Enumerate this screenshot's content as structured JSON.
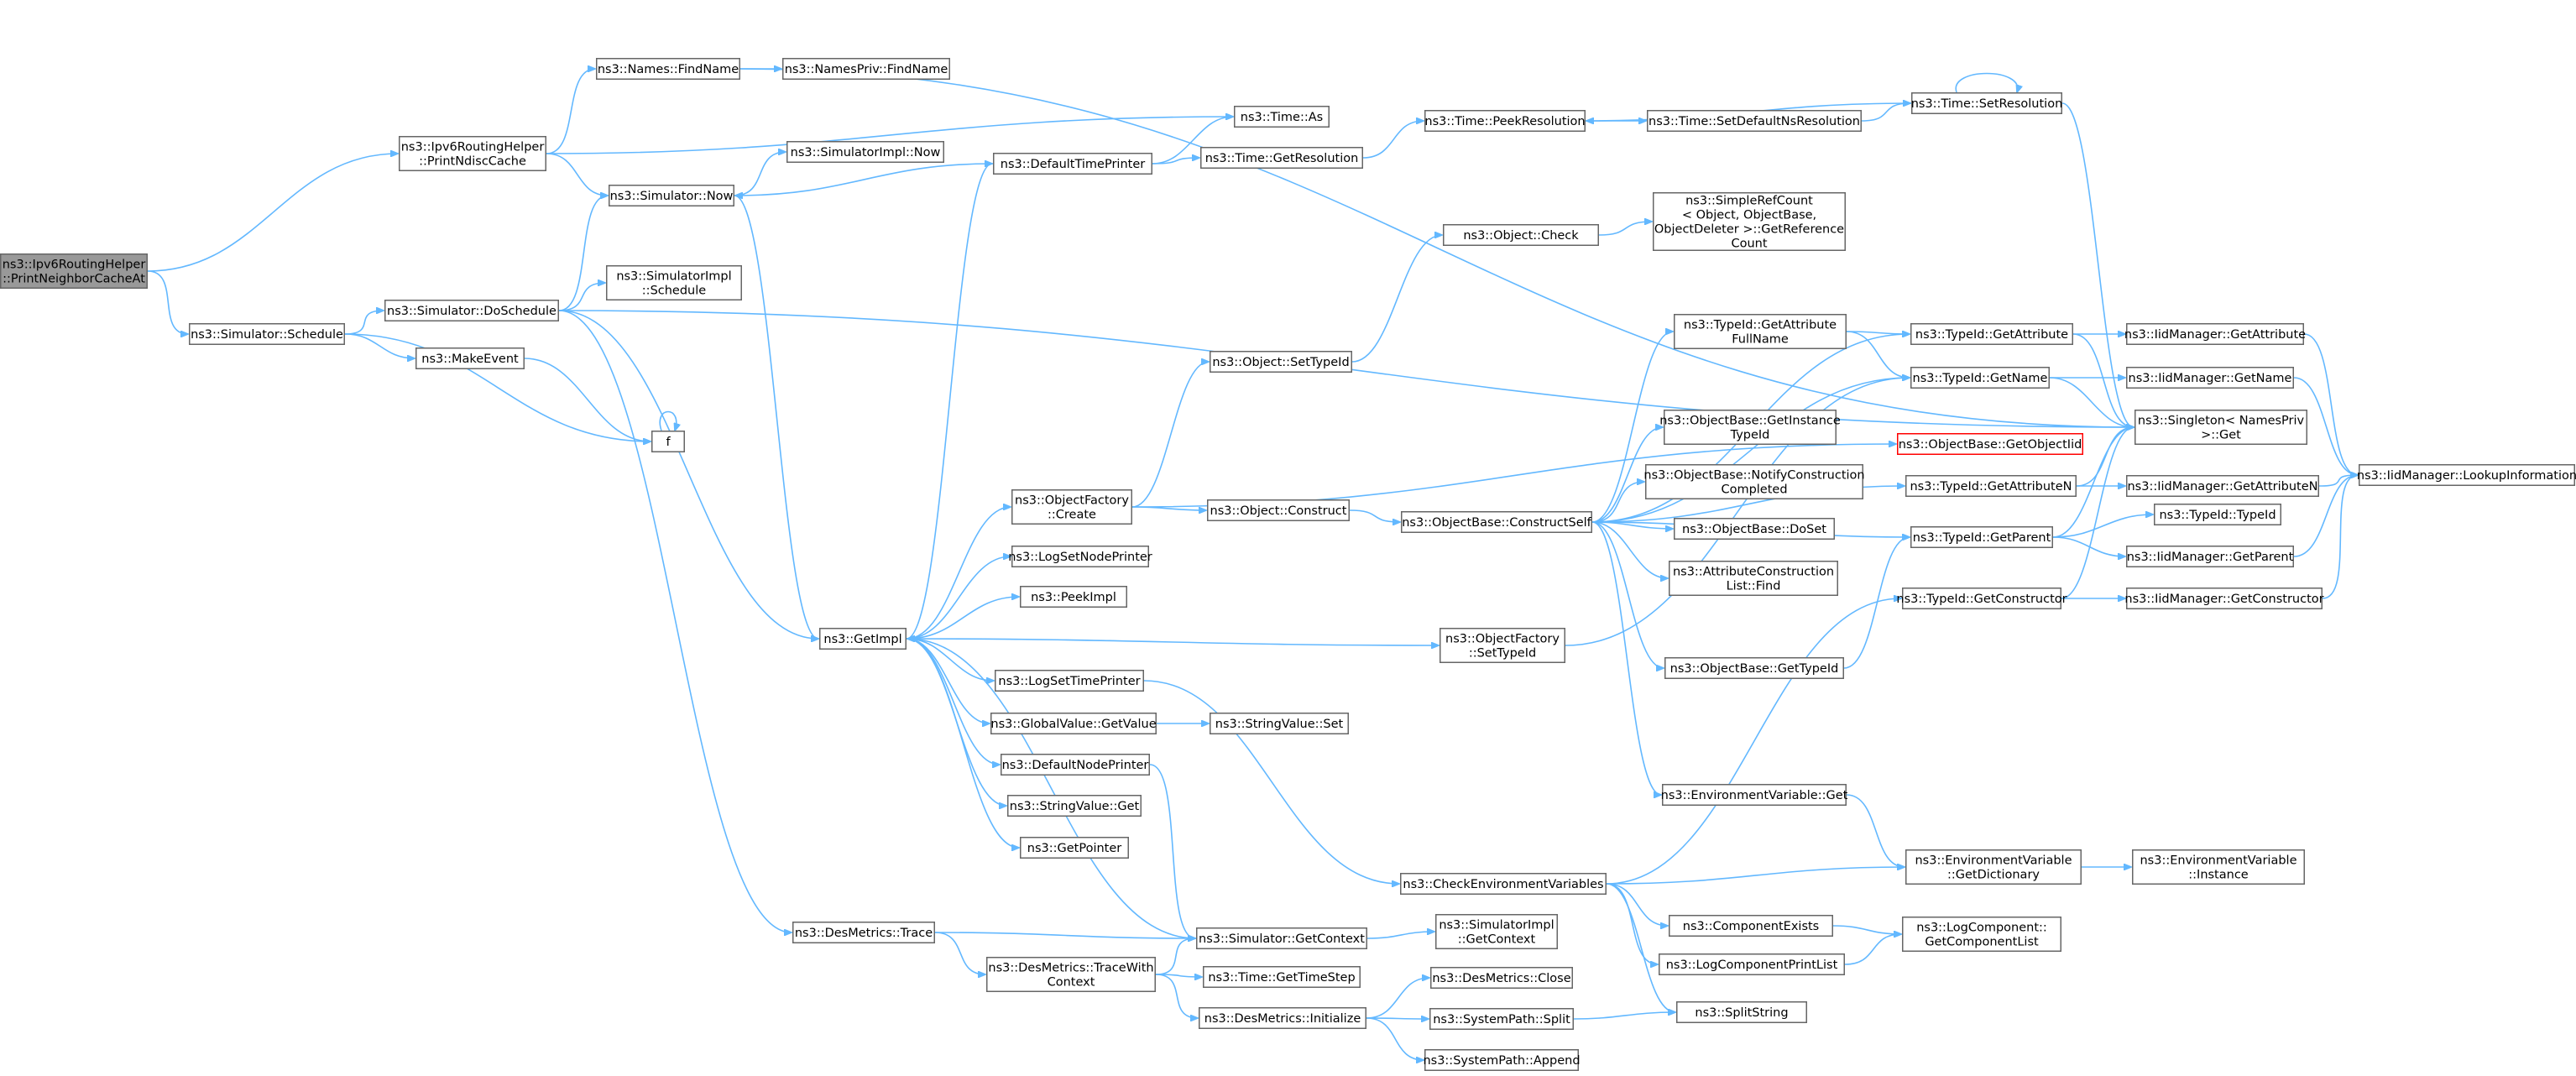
{
  "diagram": {
    "type": "call-graph",
    "colors": {
      "edge": "#63b8ff",
      "node_border": "#666666",
      "root_fill": "#999999",
      "highlight_border": "#ff0000"
    },
    "nodes": [
      {
        "id": "root",
        "lines": [
          "ns3::Ipv6RoutingHelper",
          "::PrintNeighborCacheAt"
        ],
        "style": "root"
      },
      {
        "id": "ipv6ndisc",
        "lines": [
          "ns3::Ipv6RoutingHelper",
          "::PrintNdiscCache"
        ]
      },
      {
        "id": "sched",
        "lines": [
          "ns3::Simulator::Schedule"
        ]
      },
      {
        "id": "findname",
        "lines": [
          "ns3::Names::FindName"
        ]
      },
      {
        "id": "nprivfind",
        "lines": [
          "ns3::NamesPriv::FindName"
        ]
      },
      {
        "id": "simnow",
        "lines": [
          "ns3::Simulator::Now"
        ]
      },
      {
        "id": "simimplnow",
        "lines": [
          "ns3::SimulatorImpl::Now"
        ]
      },
      {
        "id": "dosched",
        "lines": [
          "ns3::Simulator::DoSchedule"
        ]
      },
      {
        "id": "simimplsched",
        "lines": [
          "ns3::SimulatorImpl",
          "::Schedule"
        ]
      },
      {
        "id": "makeevent",
        "lines": [
          "ns3::MakeEvent"
        ]
      },
      {
        "id": "f",
        "lines": [
          "f"
        ]
      },
      {
        "id": "timeas",
        "lines": [
          "ns3::Time::As"
        ]
      },
      {
        "id": "deftp",
        "lines": [
          "ns3::DefaultTimePrinter"
        ]
      },
      {
        "id": "getres",
        "lines": [
          "ns3::Time::GetResolution"
        ]
      },
      {
        "id": "peekres",
        "lines": [
          "ns3::Time::PeekResolution"
        ]
      },
      {
        "id": "setdefns",
        "lines": [
          "ns3::Time::SetDefaultNsResolution"
        ]
      },
      {
        "id": "setres",
        "lines": [
          "ns3::Time::SetResolution"
        ]
      },
      {
        "id": "objcheck",
        "lines": [
          "ns3::Object::Check"
        ]
      },
      {
        "id": "srcount",
        "lines": [
          "ns3::SimpleRefCount",
          "< Object, ObjectBase,",
          "ObjectDeleter >::GetReference",
          "Count"
        ]
      },
      {
        "id": "getattrfull",
        "lines": [
          "ns3::TypeId::GetAttribute",
          "FullName"
        ]
      },
      {
        "id": "tidgetattr",
        "lines": [
          "ns3::TypeId::GetAttribute"
        ]
      },
      {
        "id": "iidgetattr",
        "lines": [
          "ns3::IidManager::GetAttribute"
        ]
      },
      {
        "id": "objsettid",
        "lines": [
          "ns3::Object::SetTypeId"
        ]
      },
      {
        "id": "tidgetname",
        "lines": [
          "ns3::TypeId::GetName"
        ]
      },
      {
        "id": "iidgetname",
        "lines": [
          "ns3::IidManager::GetName"
        ]
      },
      {
        "id": "obgetinst",
        "lines": [
          "ns3::ObjectBase::GetInstance",
          "TypeId"
        ]
      },
      {
        "id": "singleton",
        "lines": [
          "ns3::Singleton< NamesPriv",
          ">::Get"
        ]
      },
      {
        "id": "obgetobj",
        "lines": [
          "ns3::ObjectBase::GetObjectIid"
        ],
        "style": "red"
      },
      {
        "id": "ofcreate",
        "lines": [
          "ns3::ObjectFactory",
          "::Create"
        ]
      },
      {
        "id": "objconstruct",
        "lines": [
          "ns3::Object::Construct"
        ]
      },
      {
        "id": "obconstructself",
        "lines": [
          "ns3::ObjectBase::ConstructSelf"
        ]
      },
      {
        "id": "obnotify",
        "lines": [
          "ns3::ObjectBase::NotifyConstruction",
          "Completed"
        ]
      },
      {
        "id": "tidgetattrn",
        "lines": [
          "ns3::TypeId::GetAttributeN"
        ]
      },
      {
        "id": "iidgetattrn",
        "lines": [
          "ns3::IidManager::GetAttributeN"
        ]
      },
      {
        "id": "lookup",
        "lines": [
          "ns3::IidManager::LookupInformation"
        ]
      },
      {
        "id": "obdoset",
        "lines": [
          "ns3::ObjectBase::DoSet"
        ]
      },
      {
        "id": "tidtypeid",
        "lines": [
          "ns3::TypeId::TypeId"
        ]
      },
      {
        "id": "tidgetparent",
        "lines": [
          "ns3::TypeId::GetParent"
        ]
      },
      {
        "id": "iidgetparent",
        "lines": [
          "ns3::IidManager::GetParent"
        ]
      },
      {
        "id": "logsetnp",
        "lines": [
          "ns3::LogSetNodePrinter"
        ]
      },
      {
        "id": "acfind",
        "lines": [
          "ns3::AttributeConstruction",
          "List::Find"
        ]
      },
      {
        "id": "peekimpl",
        "lines": [
          "ns3::PeekImpl"
        ]
      },
      {
        "id": "getimpl",
        "lines": [
          "ns3::GetImpl"
        ]
      },
      {
        "id": "ofsettid",
        "lines": [
          "ns3::ObjectFactory",
          "::SetTypeId"
        ]
      },
      {
        "id": "tidgetctor",
        "lines": [
          "ns3::TypeId::GetConstructor"
        ]
      },
      {
        "id": "iidgetctor",
        "lines": [
          "ns3::IidManager::GetConstructor"
        ]
      },
      {
        "id": "obgettid",
        "lines": [
          "ns3::ObjectBase::GetTypeId"
        ]
      },
      {
        "id": "logsettp",
        "lines": [
          "ns3::LogSetTimePrinter"
        ]
      },
      {
        "id": "gvget",
        "lines": [
          "ns3::GlobalValue::GetValue"
        ]
      },
      {
        "id": "svset",
        "lines": [
          "ns3::StringValue::Set"
        ]
      },
      {
        "id": "defnp",
        "lines": [
          "ns3::DefaultNodePrinter"
        ]
      },
      {
        "id": "envget",
        "lines": [
          "ns3::EnvironmentVariable::Get"
        ]
      },
      {
        "id": "svget",
        "lines": [
          "ns3::StringValue::Get"
        ]
      },
      {
        "id": "getptr",
        "lines": [
          "ns3::GetPointer"
        ]
      },
      {
        "id": "checkenv",
        "lines": [
          "ns3::CheckEnvironmentVariables"
        ]
      },
      {
        "id": "envdict",
        "lines": [
          "ns3::EnvironmentVariable",
          "::GetDictionary"
        ]
      },
      {
        "id": "envinst",
        "lines": [
          "ns3::EnvironmentVariable",
          "::Instance"
        ]
      },
      {
        "id": "compexists",
        "lines": [
          "ns3::ComponentExists"
        ]
      },
      {
        "id": "logcomplist",
        "lines": [
          "ns3::LogComponent::",
          "GetComponentList"
        ]
      },
      {
        "id": "destrace",
        "lines": [
          "ns3::DesMetrics::Trace"
        ]
      },
      {
        "id": "simgetctx",
        "lines": [
          "ns3::Simulator::GetContext"
        ]
      },
      {
        "id": "simimplgetctx",
        "lines": [
          "ns3::SimulatorImpl",
          "::GetContext"
        ]
      },
      {
        "id": "logcpl",
        "lines": [
          "ns3::LogComponentPrintList"
        ]
      },
      {
        "id": "destracewith",
        "lines": [
          "ns3::DesMetrics::TraceWith",
          "Context"
        ]
      },
      {
        "id": "timestep",
        "lines": [
          "ns3::Time::GetTimeStep"
        ]
      },
      {
        "id": "desclose",
        "lines": [
          "ns3::DesMetrics::Close"
        ]
      },
      {
        "id": "desinit",
        "lines": [
          "ns3::DesMetrics::Initialize"
        ]
      },
      {
        "id": "splitstring",
        "lines": [
          "ns3::SplitString"
        ]
      },
      {
        "id": "spsplit",
        "lines": [
          "ns3::SystemPath::Split"
        ]
      },
      {
        "id": "spappend",
        "lines": [
          "ns3::SystemPath::Append"
        ]
      }
    ],
    "edges": [
      [
        "root",
        "ipv6ndisc"
      ],
      [
        "root",
        "sched"
      ],
      [
        "ipv6ndisc",
        "findname"
      ],
      [
        "ipv6ndisc",
        "timeas"
      ],
      [
        "ipv6ndisc",
        "simnow"
      ],
      [
        "findname",
        "nprivfind"
      ],
      [
        "findname",
        "singleton"
      ],
      [
        "sched",
        "dosched"
      ],
      [
        "sched",
        "makeevent"
      ],
      [
        "sched",
        "f"
      ],
      [
        "dosched",
        "simnow"
      ],
      [
        "dosched",
        "simimplsched"
      ],
      [
        "dosched",
        "getimpl"
      ],
      [
        "dosched",
        "destrace"
      ],
      [
        "dosched",
        "singleton"
      ],
      [
        "simnow",
        "simimplnow"
      ],
      [
        "simnow",
        "getimpl"
      ],
      [
        "makeevent",
        "f"
      ],
      [
        "f",
        "f"
      ],
      [
        "deftp",
        "simnow"
      ],
      [
        "deftp",
        "timeas"
      ],
      [
        "deftp",
        "getres"
      ],
      [
        "getres",
        "peekres"
      ],
      [
        "peekres",
        "setdefns"
      ],
      [
        "setdefns",
        "setres"
      ],
      [
        "setres",
        "peekres"
      ],
      [
        "setres",
        "setres"
      ],
      [
        "setres",
        "singleton"
      ],
      [
        "getimpl",
        "deftp"
      ],
      [
        "getimpl",
        "ofcreate"
      ],
      [
        "getimpl",
        "logsetnp"
      ],
      [
        "getimpl",
        "peekimpl"
      ],
      [
        "getimpl",
        "ofsettid"
      ],
      [
        "getimpl",
        "logsettp"
      ],
      [
        "getimpl",
        "gvget"
      ],
      [
        "getimpl",
        "defnp"
      ],
      [
        "getimpl",
        "svget"
      ],
      [
        "getimpl",
        "getptr"
      ],
      [
        "ofcreate",
        "objsettid"
      ],
      [
        "ofcreate",
        "objconstruct"
      ],
      [
        "ofcreate",
        "obgetobj"
      ],
      [
        "objsettid",
        "objcheck"
      ],
      [
        "objcheck",
        "srcount"
      ],
      [
        "objconstruct",
        "obconstructself"
      ],
      [
        "obconstructself",
        "getattrfull"
      ],
      [
        "obconstructself",
        "tidgetattr"
      ],
      [
        "obconstructself",
        "tidgetname"
      ],
      [
        "obconstructself",
        "obgetinst"
      ],
      [
        "obconstructself",
        "obnotify"
      ],
      [
        "obconstructself",
        "obdoset"
      ],
      [
        "obconstructself",
        "acfind"
      ],
      [
        "obconstructself",
        "obgettid"
      ],
      [
        "obconstructself",
        "tidgetattrn"
      ],
      [
        "obconstructself",
        "tidgetparent"
      ],
      [
        "obconstructself",
        "envget"
      ],
      [
        "getattrfull",
        "tidgetattr"
      ],
      [
        "getattrfull",
        "tidgetname"
      ],
      [
        "tidgetattr",
        "iidgetattr"
      ],
      [
        "tidgetattr",
        "singleton"
      ],
      [
        "tidgetname",
        "iidgetname"
      ],
      [
        "tidgetname",
        "singleton"
      ],
      [
        "iidgetattr",
        "lookup"
      ],
      [
        "iidgetname",
        "lookup"
      ],
      [
        "tidgetattrn",
        "iidgetattrn"
      ],
      [
        "tidgetattrn",
        "singleton"
      ],
      [
        "iidgetattrn",
        "lookup"
      ],
      [
        "tidgetparent",
        "tidtypeid"
      ],
      [
        "tidgetparent",
        "iidgetparent"
      ],
      [
        "tidgetparent",
        "singleton"
      ],
      [
        "iidgetparent",
        "lookup"
      ],
      [
        "tidgetctor",
        "iidgetctor"
      ],
      [
        "tidgetctor",
        "singleton"
      ],
      [
        "iidgetctor",
        "lookup"
      ],
      [
        "ofsettid",
        "tidgetname"
      ],
      [
        "obgettid",
        "tidgetparent"
      ],
      [
        "gvget",
        "svset"
      ],
      [
        "defnp",
        "simgetctx"
      ],
      [
        "logsettp",
        "checkenv"
      ],
      [
        "checkenv",
        "envdict"
      ],
      [
        "checkenv",
        "compexists"
      ],
      [
        "checkenv",
        "logcpl"
      ],
      [
        "checkenv",
        "splitstring"
      ],
      [
        "checkenv",
        "tidgetctor"
      ],
      [
        "envget",
        "envdict"
      ],
      [
        "envdict",
        "envinst"
      ],
      [
        "compexists",
        "logcomplist"
      ],
      [
        "logcpl",
        "logcomplist"
      ],
      [
        "destrace",
        "simgetctx"
      ],
      [
        "destrace",
        "destracewith"
      ],
      [
        "simgetctx",
        "simimplgetctx"
      ],
      [
        "simgetctx",
        "getimpl"
      ],
      [
        "destracewith",
        "simgetctx"
      ],
      [
        "destracewith",
        "timestep"
      ],
      [
        "destracewith",
        "desinit"
      ],
      [
        "desinit",
        "desclose"
      ],
      [
        "desinit",
        "spsplit"
      ],
      [
        "desinit",
        "spappend"
      ],
      [
        "spsplit",
        "splitstring"
      ]
    ]
  }
}
